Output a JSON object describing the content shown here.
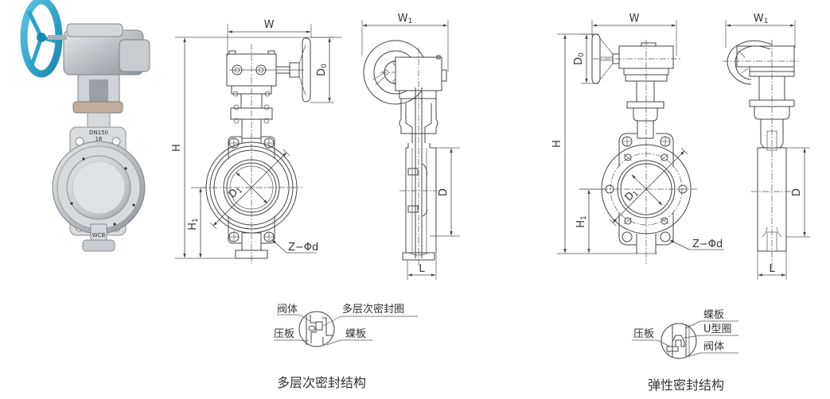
{
  "figure": {
    "product_photo": {
      "marking_text": [
        "DN150",
        "16",
        "WCB"
      ],
      "colors": {
        "handwheel": "#2aa3c9",
        "body": "#c9cdd1"
      }
    },
    "drawing_a": {
      "front_view": {
        "labels": {
          "w": "W",
          "d0": "D",
          "d0_sub": "0",
          "h": "H",
          "h1": "H",
          "h1_sub": "1",
          "d1": "D",
          "d1_sub": "1",
          "bolt": "Z−Φd"
        }
      },
      "side_view": {
        "labels": {
          "w1": "W",
          "w1_sub": "1",
          "d": "D",
          "l": "L"
        }
      },
      "seal_detail": {
        "callouts": {
          "body": "阀体",
          "multi_seal_ring": "多层次密封圈",
          "pressure_plate": "压板",
          "disc": "蝶板"
        },
        "caption": "多层次密封结构"
      }
    },
    "drawing_b": {
      "front_view": {
        "labels": {
          "w": "W",
          "d0": "D",
          "d0_sub": "0",
          "h": "H",
          "h1": "H",
          "h1_sub": "1",
          "d1": "D",
          "d1_sub": "1",
          "bolt": "Z−Φd"
        }
      },
      "side_view": {
        "labels": {
          "w1": "W",
          "w1_sub": "1",
          "d": "D",
          "l": "L"
        }
      },
      "seal_detail": {
        "callouts": {
          "disc": "蝶板",
          "u_ring": "U型圈",
          "body": "阀体",
          "pressure_plate": "压板"
        },
        "caption": "弹性密封结构"
      }
    }
  }
}
